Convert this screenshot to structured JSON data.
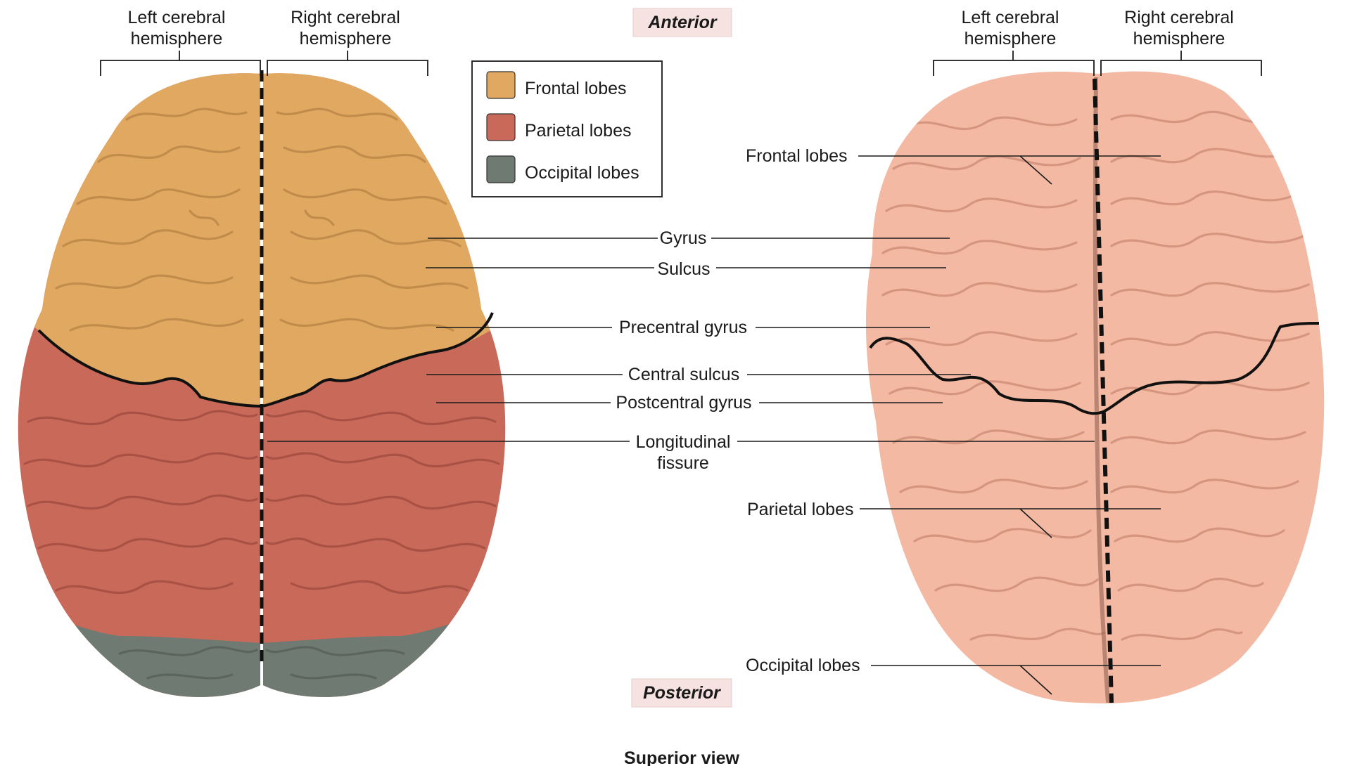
{
  "orientation": {
    "anterior": "Anterior",
    "posterior": "Posterior"
  },
  "view_title": "Superior view",
  "hemispheres": {
    "left": [
      "Left cerebral",
      "hemisphere"
    ],
    "right": [
      "Right cerebral",
      "hemisphere"
    ]
  },
  "legend": [
    {
      "label": "Frontal lobes",
      "color": "#e0a860"
    },
    {
      "label": "Parietal lobes",
      "color": "#c9695a"
    },
    {
      "label": "Occipital lobes",
      "color": "#6f7a72"
    }
  ],
  "labels": {
    "gyrus": "Gyrus",
    "sulcus": "Sulcus",
    "precentral_gyrus": "Precentral gyrus",
    "central_sulcus": "Central sulcus",
    "postcentral_gyrus": "Postcentral gyrus",
    "longitudinal_fissure": [
      "Longitudinal",
      "fissure"
    ],
    "frontal_lobes": "Frontal lobes",
    "parietal_lobes": "Parietal lobes",
    "occipital_lobes": "Occipital lobes"
  },
  "colors": {
    "frontal": "#e0a860",
    "parietal": "#c9695a",
    "occipital": "#6f7a72",
    "photo_brain": "#f3b9a2",
    "badge_bg": "#f6e3e1"
  }
}
